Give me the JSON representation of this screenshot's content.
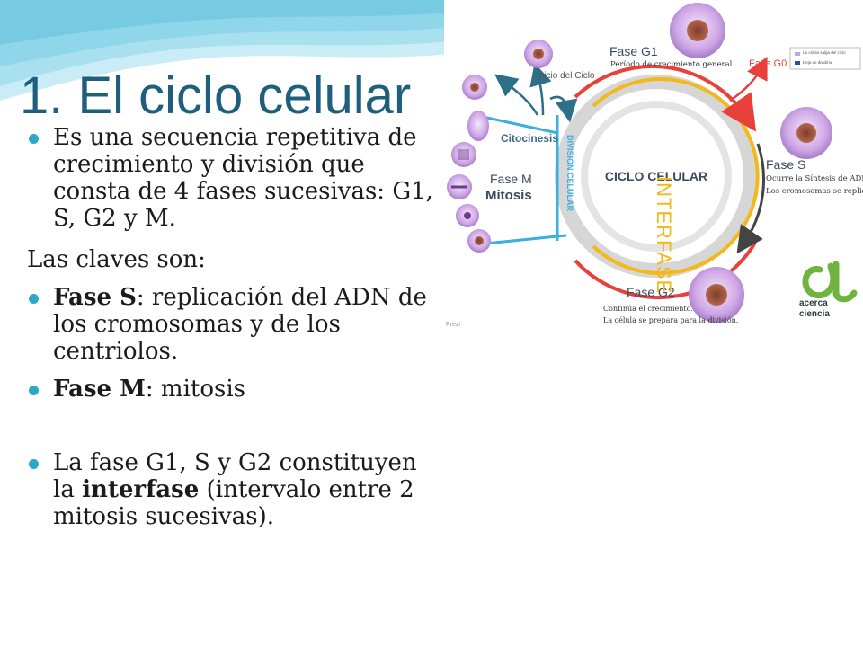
{
  "slide": {
    "title": "1. El ciclo celular",
    "b1": "Es una secuencia repetitiva de crecimiento y división que consta de 4 fases sucesivas: G1, S, G2 y M.",
    "claves": "Las claves son:",
    "b2_bold": "Fase S",
    "b2_rest": ": replicación del ADN de los cromosomas y de los centriolos.",
    "b3_bold": "Fase M",
    "b3_rest": ": mitosis",
    "b4_a": "La fase G1, S y G2 constituyen la ",
    "b4_bold": "interfase",
    "b4_c": " (intervalo entre 2 mitosis sucesivas)."
  },
  "diagram": {
    "center": "CICLO CELULAR",
    "interfase": "INTERFASE",
    "division": "DIVISIÓN CELULAR",
    "inicio": "Inicio del Ciclo",
    "g1": "Fase G1",
    "g1_desc": "Período de crecimiento general",
    "g0": "Fase G0",
    "g0_desc1": "La célula salga del ciclo",
    "g0_desc2": "Deja de dividirse",
    "s": "Fase S",
    "s_desc1": "Ocurre la Síntesis de ADN.",
    "s_desc2": "Los cromosomas se replican",
    "g2": "Fase G2",
    "g2_desc1": "Continúa el crecimiento.",
    "g2_desc2": "La célula se prepara para la división.",
    "m": "Fase M",
    "mitosis": "Mitosis",
    "citocinesis": "Citocinesis",
    "logo_line1": "acerca",
    "logo_line2": "ciencia",
    "prezi": "Prezi"
  },
  "colors": {
    "title": "#1e5f7d",
    "bullet": "#2aa7c9",
    "wave": "#9fdced",
    "red": "#e8403a",
    "yellow": "#f2b81c",
    "blue": "#3ab0e0",
    "cell": "#c39ae0",
    "logo": "#6fb43f"
  }
}
